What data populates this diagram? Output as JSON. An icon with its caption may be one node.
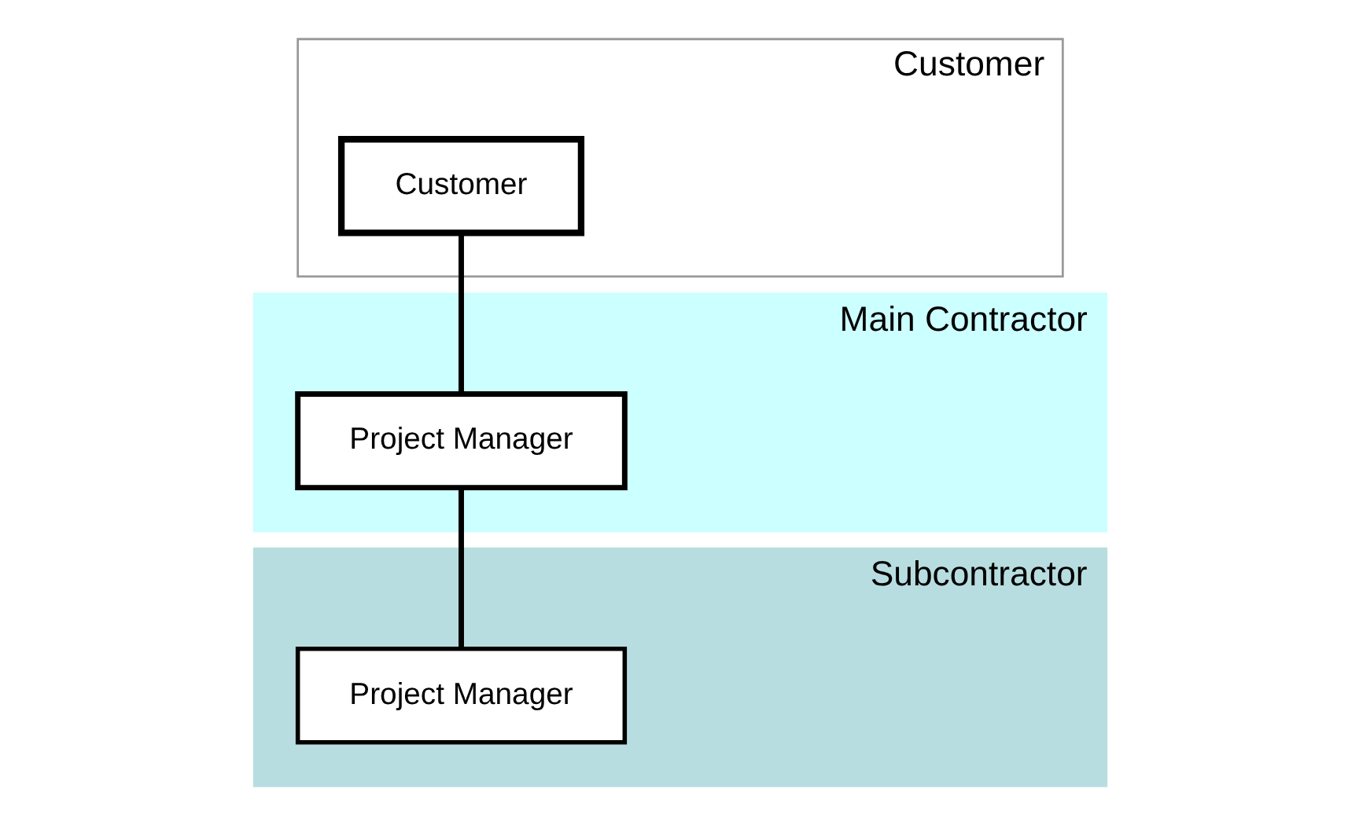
{
  "diagram": {
    "nodes": [
      {
        "text": [
          "Customer"
        ]
      },
      {
        "text": [
          "Customer"
        ],
        "in": 0
      },
      {
        "text": [
          "Main Contractor"
        ]
      },
      {
        "text": [
          "Project Manager"
        ],
        "in": 2
      },
      {
        "text": [
          "Subcontractor"
        ]
      },
      {
        "text": [
          "Project Manager"
        ],
        "in": 4
      }
    ],
    "edges": [
      {
        "from": 1,
        "to": 3,
        "arrow": "none"
      },
      {
        "from": 3,
        "to": 5,
        "arrow": "none"
      }
    ]
  }
}
